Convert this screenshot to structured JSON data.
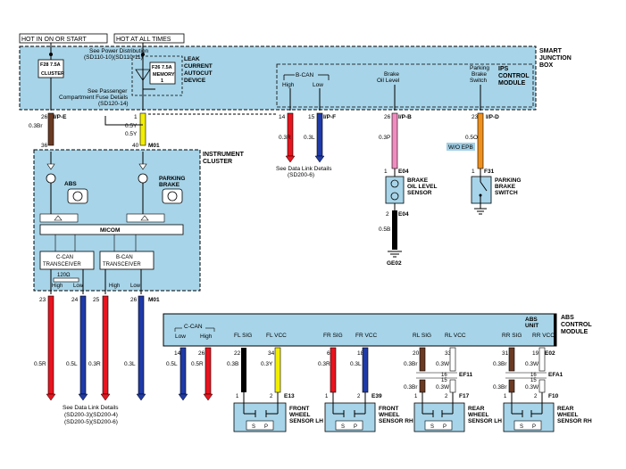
{
  "header": {
    "hot_in_on_or_start": "HOT IN ON OR START",
    "hot_at_all_times": "HOT AT ALL TIMES"
  },
  "sjb": {
    "title": [
      "SMART",
      "JUNCTION",
      "BOX"
    ],
    "see_power_1": "See Power Distribution",
    "see_power_2": "(SD110-10)(SD110-11)",
    "fuse_left": "F28 7.5A",
    "fuse_left_name": "CLUSTER",
    "fuse_right": "F26 7.5A",
    "fuse_right_name": "MEMORY",
    "fuse_right_num": "1",
    "leak_device": [
      "LEAK",
      "CURRENT",
      "AUTOCUT",
      "DEVICE"
    ],
    "see_passenger_1": "See Passenger",
    "see_passenger_2": "Compartment Fuse Details",
    "see_passenger_3": "(SD120-14)",
    "ips_title": [
      "IPS",
      "CONTROL",
      "MODULE"
    ],
    "bcan": "B-CAN",
    "high": "High",
    "low": "Low",
    "brake_oil_1": "Brake",
    "brake_oil_2": "Oil Level",
    "parking_1": "Parking",
    "parking_2": "Brake",
    "parking_3": "Switch"
  },
  "top_pins": {
    "p26": "26",
    "ipe": "I/P-E",
    "w26": "0.3Br",
    "p36": "36",
    "p1": "1",
    "w1": "0.5Y",
    "p40": "40",
    "m01a": "M01",
    "p14": "14",
    "w14": "0.3R",
    "p15": "15",
    "ipf": "I/P-F",
    "w15": "0.3L",
    "see_data_1": "See Data Link Details",
    "see_data_2": "(SD200-6)",
    "p26b": "26",
    "ipb": "I/P-B",
    "w26b": "0.3P",
    "p23": "23",
    "ipd": "I/P-D",
    "w23": "0.5O",
    "wo_epb": "W/O EPB"
  },
  "sensors_top": {
    "e04_pin1": "1",
    "e04": "E04",
    "brake_sensor": [
      "BRAKE",
      "OIL LEVEL",
      "SENSOR"
    ],
    "e04_pin2": "2",
    "e04b": "E04",
    "w_e04": "0.5B",
    "ge02": "GE02",
    "f31_pin1": "1",
    "f31": "F31",
    "park_switch": [
      "PARKING",
      "BRAKE",
      "SWITCH"
    ]
  },
  "cluster": {
    "title": [
      "INSTRUMENT",
      "CLUSTER"
    ],
    "abs": "ABS",
    "parking_brake": [
      "PARKING",
      "BRAKE"
    ],
    "micom": "MICOM",
    "ccan": [
      "C-CAN",
      "TRANSCEIVER"
    ],
    "bcan": [
      "B-CAN",
      "TRANSCEIVER"
    ],
    "resistor": "120Ω",
    "high": "High",
    "low": "Low",
    "m01": "M01",
    "p23": "23",
    "p24": "24",
    "p25": "25",
    "p26": "26",
    "w23": "0.5R",
    "w24": "0.5L",
    "w25": "0.3R",
    "w26": "0.3L",
    "see_data_1": "See Data Link Details",
    "see_data_2": "(SD200-3)(SD200-4)",
    "see_data_3": "(SD200-5)(SD200-6)"
  },
  "abs": {
    "title": [
      "ABS",
      "CONTROL",
      "MODULE"
    ],
    "unit": "ABS",
    "unit2": "UNIT",
    "e02": "E02",
    "ccan": "C-CAN",
    "low": "Low",
    "high": "High",
    "fl_sig": "FL SIG",
    "fl_vcc": "FL VCC",
    "fr_sig": "FR SIG",
    "fr_vcc": "FR VCC",
    "rl_sig": "RL SIG",
    "rl_vcc": "RL VCC",
    "rr_sig": "RR SIG",
    "rr_vcc": "RR VCC",
    "pins": [
      "14",
      "26",
      "22",
      "34",
      "6",
      "18",
      "20",
      "33",
      "31",
      "19"
    ],
    "wires": [
      "0.5L",
      "0.5R",
      "0.3B",
      "0.3Y",
      "0.3R",
      "0.3L",
      "0.3Br",
      "0.3W",
      "0.3Br",
      "0.3W"
    ],
    "ef11": "EF11",
    "ef11_p16": "16",
    "ef11_p15": "15",
    "efa1": "EFA1",
    "efa1_p16": "16",
    "efa1_p15": "15",
    "rl_lower": [
      "0.3Br",
      "0.3W"
    ],
    "rr_lower": [
      "0.3Br",
      "0.3W"
    ],
    "sensor_pins": [
      "1",
      "2"
    ],
    "e13": "E13",
    "e39": "E39",
    "f17": "F17",
    "f10": "F10",
    "fl": [
      "FRONT",
      "WHEEL",
      "SENSOR LH"
    ],
    "fr": [
      "FRONT",
      "WHEEL",
      "SENSOR RH"
    ],
    "rl": [
      "REAR",
      "WHEEL",
      "SENSOR LH"
    ],
    "rr": [
      "REAR",
      "WHEEL",
      "SENSOR RH"
    ],
    "s": "S",
    "p": "P"
  },
  "colors": {
    "module_fill": "#a7d4e8",
    "brown": "#6b3a22",
    "yellow": "#f2ee00",
    "red": "#e8141e",
    "blue": "#1f3aa8",
    "pink": "#f08cc0",
    "orange": "#f0901c",
    "white": "#ffffff",
    "black": "#000000",
    "note_bg": "#a0cfe6"
  }
}
